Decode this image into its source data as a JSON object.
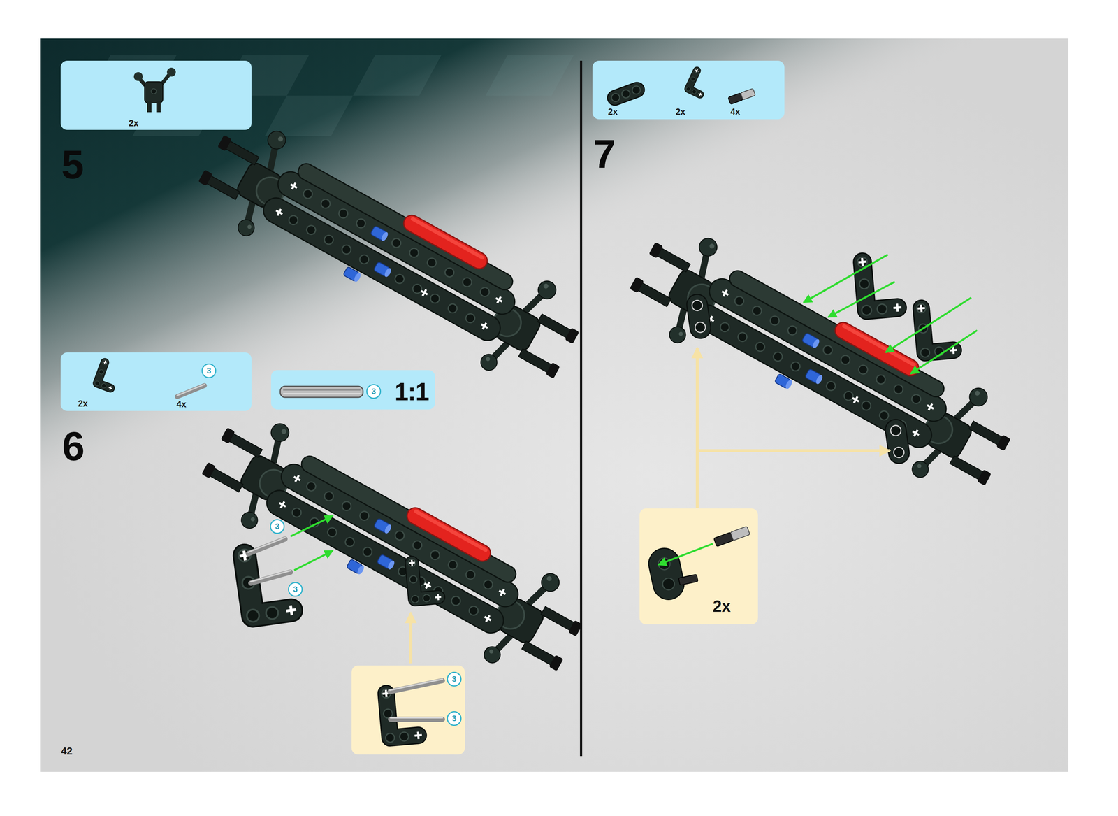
{
  "diagram": {
    "nodes": [
      {
        "text": [
          "2x"
        ]
      },
      {
        "text": [
          "2x",
          "4x",
          "3"
        ]
      },
      {
        "text": [
          "3",
          "1:1"
        ]
      },
      {
        "text": [
          "3",
          "3"
        ]
      },
      {
        "text": [
          "2x",
          "2x",
          "4x"
        ]
      },
      {
        "text": [
          "2x"
        ]
      }
    ],
    "labels": [
      "5",
      "6",
      "3",
      "3",
      "42",
      "7"
    ]
  }
}
